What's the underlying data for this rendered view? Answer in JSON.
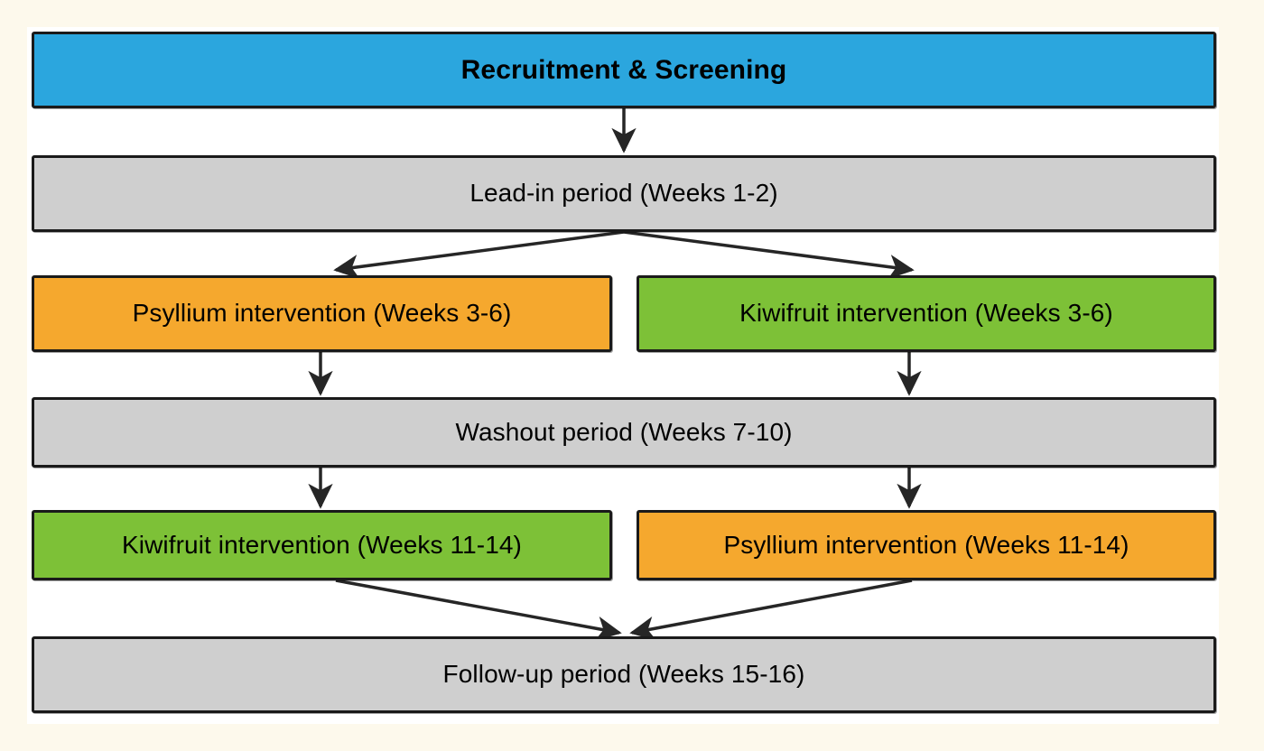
{
  "figure": {
    "type": "flowchart",
    "orientation": "top-to-bottom",
    "title_text": "",
    "background_color": "#fdf9ec",
    "canvas_color": "#ffffff"
  },
  "palette": {
    "blue": "#2ba6de",
    "gray": "#cfcfcf",
    "orange": "#f5a82e",
    "green": "#7dc137",
    "border": "#1a1a1a",
    "text": "#000000"
  },
  "nodes": {
    "recruitment": {
      "label": "Recruitment & Screening",
      "color_name": "blue",
      "color": "#2ba6de"
    },
    "leadin": {
      "label": "Lead-in period (Weeks 1-2)",
      "color_name": "gray",
      "color": "#cfcfcf"
    },
    "psyllium1": {
      "label": "Psyllium intervention (Weeks 3-6)",
      "color_name": "orange",
      "color": "#f5a82e"
    },
    "kiwi1": {
      "label": "Kiwifruit intervention (Weeks 3-6)",
      "color_name": "green",
      "color": "#7dc137"
    },
    "washout": {
      "label": "Washout period (Weeks 7-10)",
      "color_name": "gray",
      "color": "#cfcfcf"
    },
    "kiwi2": {
      "label": "Kiwifruit intervention (Weeks 11-14)",
      "color_name": "green",
      "color": "#7dc137"
    },
    "psyllium2": {
      "label": "Psyllium intervention (Weeks 11-14)",
      "color_name": "orange",
      "color": "#f5a82e"
    },
    "followup": {
      "label": "Follow-up period (Weeks 15-16)",
      "color_name": "gray",
      "color": "#cfcfcf"
    }
  },
  "edges": [
    {
      "from": "recruitment",
      "to": "leadin",
      "style": "straight-down"
    },
    {
      "from": "leadin",
      "to": "psyllium1",
      "style": "diagonal-left"
    },
    {
      "from": "leadin",
      "to": "kiwi1",
      "style": "diagonal-right"
    },
    {
      "from": "psyllium1",
      "to": "washout",
      "style": "straight-down"
    },
    {
      "from": "kiwi1",
      "to": "washout",
      "style": "straight-down"
    },
    {
      "from": "washout",
      "to": "kiwi2",
      "style": "straight-down"
    },
    {
      "from": "washout",
      "to": "psyllium2",
      "style": "straight-down"
    },
    {
      "from": "kiwi2",
      "to": "followup",
      "style": "diagonal-right-converge"
    },
    {
      "from": "psyllium2",
      "to": "followup",
      "style": "diagonal-left-converge"
    }
  ]
}
